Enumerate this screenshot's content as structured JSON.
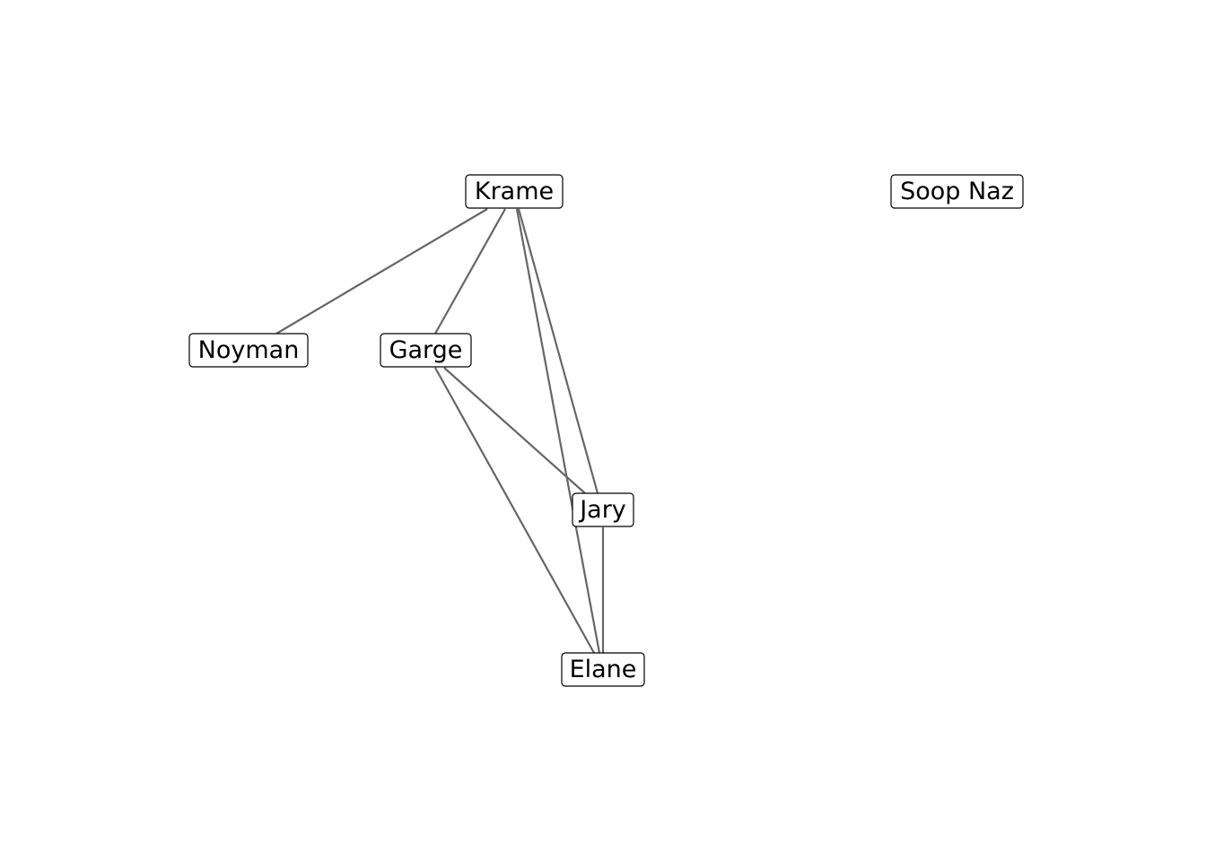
{
  "diagram": {
    "type": "network",
    "nodes": [
      {
        "id": "krame",
        "label": "Krame"
      },
      {
        "id": "soop",
        "label": "Soop Naz"
      },
      {
        "id": "noyman",
        "label": "Noyman"
      },
      {
        "id": "garge",
        "label": "Garge"
      },
      {
        "id": "jary",
        "label": "Jary"
      },
      {
        "id": "elane",
        "label": "Elane"
      }
    ],
    "edges": [
      {
        "from": "krame",
        "to": "noyman"
      },
      {
        "from": "krame",
        "to": "garge"
      },
      {
        "from": "krame",
        "to": "jary"
      },
      {
        "from": "krame",
        "to": "elane"
      },
      {
        "from": "garge",
        "to": "jary"
      },
      {
        "from": "garge",
        "to": "elane"
      },
      {
        "from": "jary",
        "to": "elane"
      }
    ],
    "edge_color": "#666666",
    "node_border_color": "#000000"
  }
}
